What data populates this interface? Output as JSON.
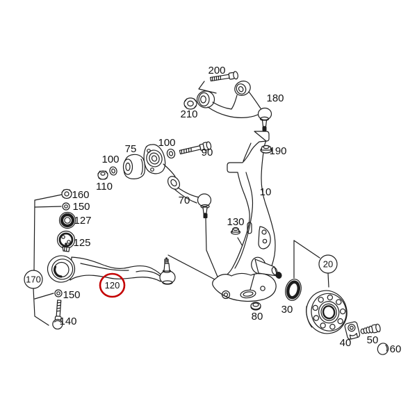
{
  "diagram": {
    "highlighted_label": "120",
    "colors": {
      "line": "#1d1d1d",
      "highlight": "#c40000",
      "background": "#ffffff"
    },
    "labels": [
      {
        "text": "200",
        "shape": "none"
      },
      {
        "text": "210",
        "shape": "none"
      },
      {
        "text": "180",
        "shape": "none"
      },
      {
        "text": "100",
        "shape": "none"
      },
      {
        "text": "90",
        "shape": "none"
      },
      {
        "text": "75",
        "shape": "none"
      },
      {
        "text": "100",
        "shape": "none"
      },
      {
        "text": "110",
        "shape": "none"
      },
      {
        "text": "190",
        "shape": "none"
      },
      {
        "text": "10",
        "shape": "none"
      },
      {
        "text": "160",
        "shape": "none"
      },
      {
        "text": "150",
        "shape": "none"
      },
      {
        "text": "127",
        "shape": "none"
      },
      {
        "text": "125",
        "shape": "none"
      },
      {
        "text": "170",
        "shape": "black-circle"
      },
      {
        "text": "150",
        "shape": "none"
      },
      {
        "text": "140",
        "shape": "none"
      },
      {
        "text": "120",
        "shape": "red-circle"
      },
      {
        "text": "70",
        "shape": "none"
      },
      {
        "text": "130",
        "shape": "none"
      },
      {
        "text": "80",
        "shape": "none"
      },
      {
        "text": "30",
        "shape": "none"
      },
      {
        "text": "20",
        "shape": "black-circle"
      },
      {
        "text": "40",
        "shape": "none"
      },
      {
        "text": "50",
        "shape": "none"
      },
      {
        "text": "60",
        "shape": "none"
      }
    ]
  }
}
